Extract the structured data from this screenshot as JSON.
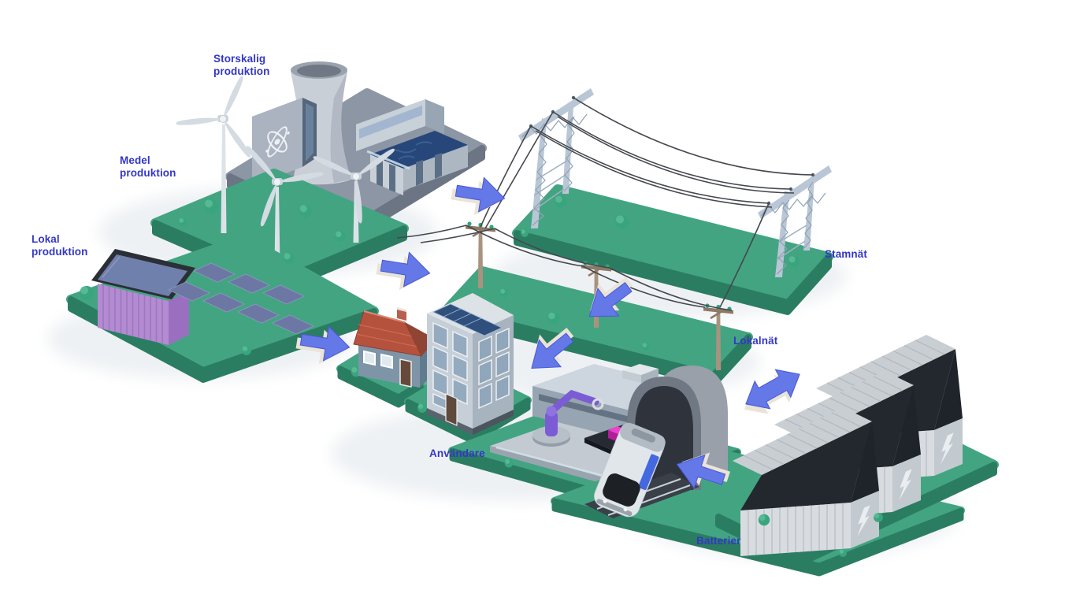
{
  "diagram": {
    "background": "#ffffff",
    "labels": {
      "storskalig": {
        "line1": "Storskalig",
        "line2": "produktion"
      },
      "medel": {
        "line1": "Medel",
        "line2": "produktion"
      },
      "lokal": {
        "line1": "Lokal",
        "line2": "produktion"
      },
      "stamnat": "Stamnät",
      "lokalnat": "Lokalnät",
      "anvandare": "Användare",
      "batterier": "Batterier"
    },
    "nodes": [
      {
        "id": "storskalig-produktion",
        "label": "Storskalig produktion",
        "items": [
          "cooling-tower",
          "reactor-building-atom-icon",
          "hydropower-dam"
        ]
      },
      {
        "id": "medel-produktion",
        "label": "Medel produktion",
        "items": [
          "wind-turbines"
        ]
      },
      {
        "id": "lokal-produktion",
        "label": "Lokal produktion",
        "items": [
          "solar-roof-container",
          "solar-panel-array"
        ]
      },
      {
        "id": "stamnat",
        "label": "Stamnät",
        "items": [
          "transmission-towers",
          "power-lines"
        ]
      },
      {
        "id": "lokalnat",
        "label": "Lokalnät",
        "items": [
          "utility-poles",
          "power-lines"
        ]
      },
      {
        "id": "anvandare",
        "label": "Användare",
        "items": [
          "house",
          "apartment-building",
          "factory-robot-arm",
          "train-tunnel"
        ]
      },
      {
        "id": "batterier",
        "label": "Batterier",
        "items": [
          "battery-containers-lightning-icon"
        ]
      }
    ],
    "flows": [
      {
        "from": "storskalig-produktion",
        "to": "stamnat",
        "bidirectional": false
      },
      {
        "from": "medel-produktion",
        "to": "lokalnat",
        "bidirectional": false
      },
      {
        "from": "stamnat",
        "to": "lokalnat",
        "bidirectional": false
      },
      {
        "from": "lokal-produktion",
        "to": "anvandare",
        "bidirectional": false
      },
      {
        "from": "lokalnat",
        "to": "anvandare",
        "bidirectional": false
      },
      {
        "from": "lokalnat",
        "to": "batterier",
        "bidirectional": true
      },
      {
        "from": "batterier",
        "to": "anvandare",
        "bidirectional": false
      }
    ],
    "colors": {
      "label_text": "#3437c6",
      "arrow_fill": "#6478e8",
      "arrow_edge": "#e9e4d6",
      "platform_top": "#43a482",
      "platform_side": "#2b7d62",
      "steel_gray": "#c3cad3",
      "water_blue": "#27477a",
      "container_purple": "#b48ad2",
      "solar_panel": "#6c77a4",
      "battery_white": "#d8dce0",
      "magenta_items": "#ef3fd0",
      "robot_purple": "#7b5cd4",
      "train_blue": "#4468e0",
      "roof_red": "#b5523e"
    }
  }
}
